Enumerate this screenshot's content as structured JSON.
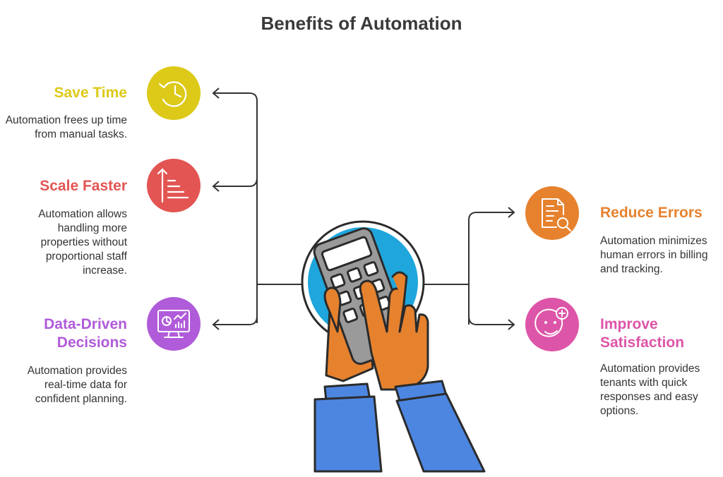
{
  "title": "Benefits of Automation",
  "colors": {
    "save_time": "#DDC918",
    "scale_faster": "#E25553",
    "data_driven": "#B05BD9",
    "reduce_errors": "#E6822E",
    "improve_satisfaction": "#DD55A8",
    "hub_blue": "#1EA6DD",
    "sleeve_blue": "#4D86E1",
    "hand_orange": "#E6822E",
    "connector": "#333333"
  },
  "items": {
    "save_time": {
      "heading": "Save Time",
      "description": "Automation frees up time from manual tasks.",
      "icon": "clock-history-icon"
    },
    "scale_faster": {
      "heading": "Scale Faster",
      "description": "Automation allows handling more properties without proportional staff increase.",
      "icon": "growth-bars-icon"
    },
    "data_driven": {
      "heading_line1": "Data-Driven",
      "heading_line2": "Decisions",
      "description": "Automation provides real-time data for confident planning.",
      "icon": "dashboard-monitor-icon"
    },
    "reduce_errors": {
      "heading": "Reduce Errors",
      "description": "Automation minimizes human errors in billing and tracking.",
      "icon": "document-search-icon"
    },
    "improve_satisfaction": {
      "heading_line1": "Improve",
      "heading_line2": "Satisfaction",
      "description": "Automation provides tenants with quick responses and easy options.",
      "icon": "smiley-plus-icon"
    }
  },
  "center_illustration": "hands-calculator-illustration"
}
